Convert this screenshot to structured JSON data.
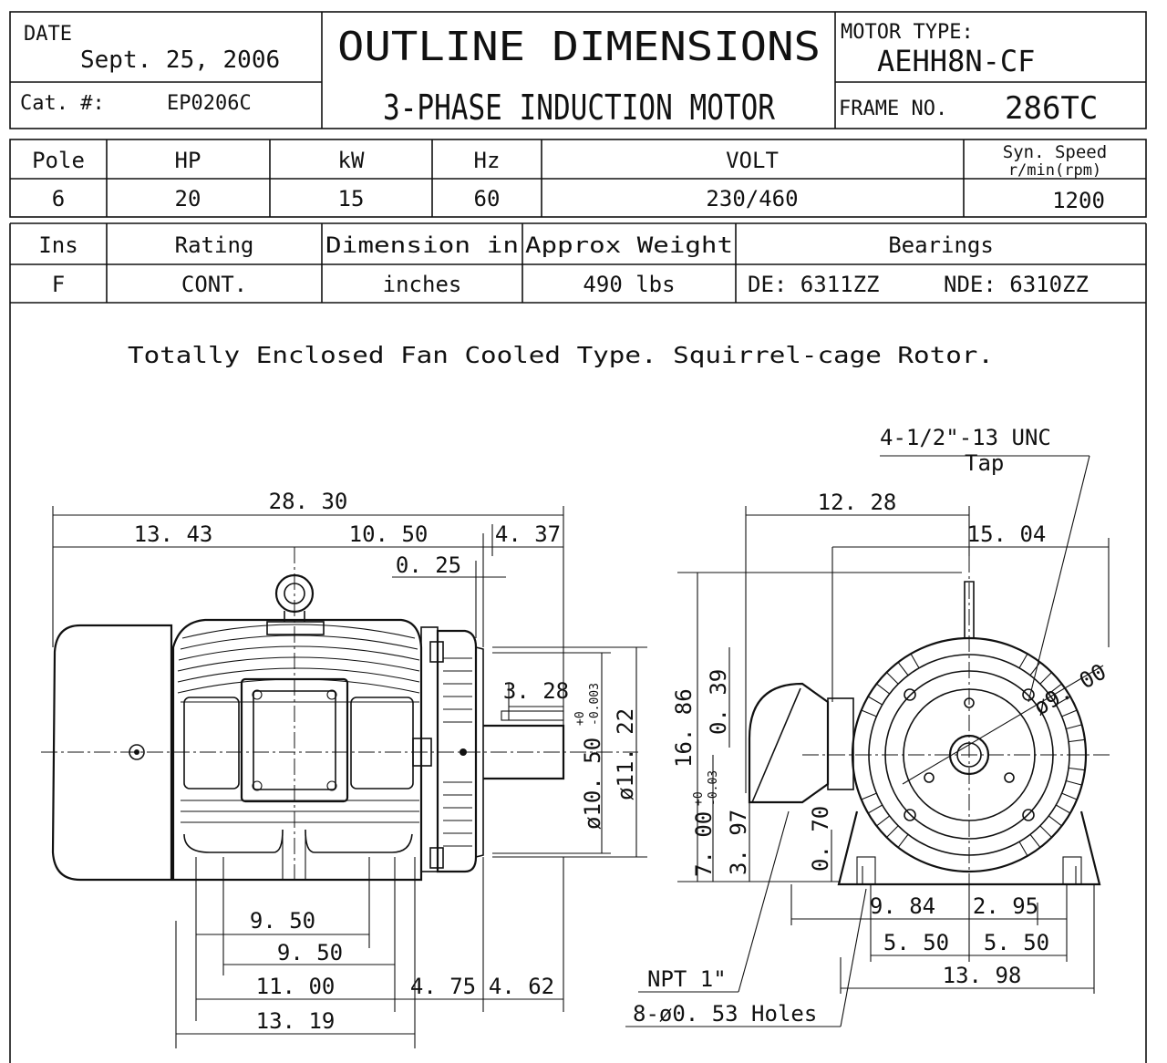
{
  "header": {
    "date_label": "DATE",
    "date_value": "Sept. 25, 2006",
    "cat_label": "Cat. #:",
    "cat_value": "EP0206C",
    "title_line1": "OUTLINE DIMENSIONS",
    "title_line2": "3-PHASE INDUCTION MOTOR",
    "motor_type_label": "MOTOR TYPE:",
    "motor_type_value": "AEHH8N-CF",
    "frame_label": "FRAME NO.",
    "frame_value": "286TC"
  },
  "spec_table_1": {
    "headers": [
      "Pole",
      "HP",
      "kW",
      "Hz",
      "VOLT",
      "Syn. Speed",
      "r/min(rpm)"
    ],
    "values": [
      "6",
      "20",
      "15",
      "60",
      "230/460",
      "1200"
    ]
  },
  "spec_table_2": {
    "headers": [
      "Ins",
      "Rating",
      "Dimension in",
      "Approx Weight",
      "Bearings"
    ],
    "values": [
      "F",
      "CONT.",
      "inches",
      "490 lbs",
      "DE: 6311ZZ",
      "NDE: 6310ZZ"
    ]
  },
  "description": "Totally Enclosed Fan Cooled Type. Squirrel-cage Rotor.",
  "side_view": {
    "overall_length": "28. 30",
    "dim_13_43": "13. 43",
    "dim_10_50": "10. 50",
    "dim_4_37": "4. 37",
    "dim_0_25": "0. 25",
    "dim_3_28": "3. 28",
    "dim_shaft_dia": "ø10. 50",
    "dim_shaft_tol_plus": "+0",
    "dim_shaft_tol_minus": "-0.003",
    "dim_flange_dia": "ø11. 22",
    "dim_9_50_a": "9. 50",
    "dim_9_50_b": "9. 50",
    "dim_11_00": "11. 00",
    "dim_4_75": "4. 75",
    "dim_4_62": "4. 62",
    "dim_13_19": "13. 19"
  },
  "end_view": {
    "tap_note": "4-1/2\"-13 UNC",
    "tap_note_2": "Tap",
    "dim_12_28": "12. 28",
    "dim_15_04": "15. 04",
    "dim_16_86": "16. 86",
    "dim_0_39": "0. 39",
    "dim_7_00": "7. 00",
    "dim_7_00_tol_plus": "+0",
    "dim_7_00_tol_minus": "-0.03",
    "dim_3_97": "3. 97",
    "dim_0_70": "0. 70",
    "dim_9_00": "ø9. 00",
    "dim_9_84": "9. 84",
    "dim_2_95": "2. 95",
    "dim_5_50_a": "5. 50",
    "dim_5_50_b": "5. 50",
    "dim_13_98": "13. 98",
    "npt_note": "NPT 1\"",
    "holes_note": "8-ø0. 53 Holes"
  }
}
